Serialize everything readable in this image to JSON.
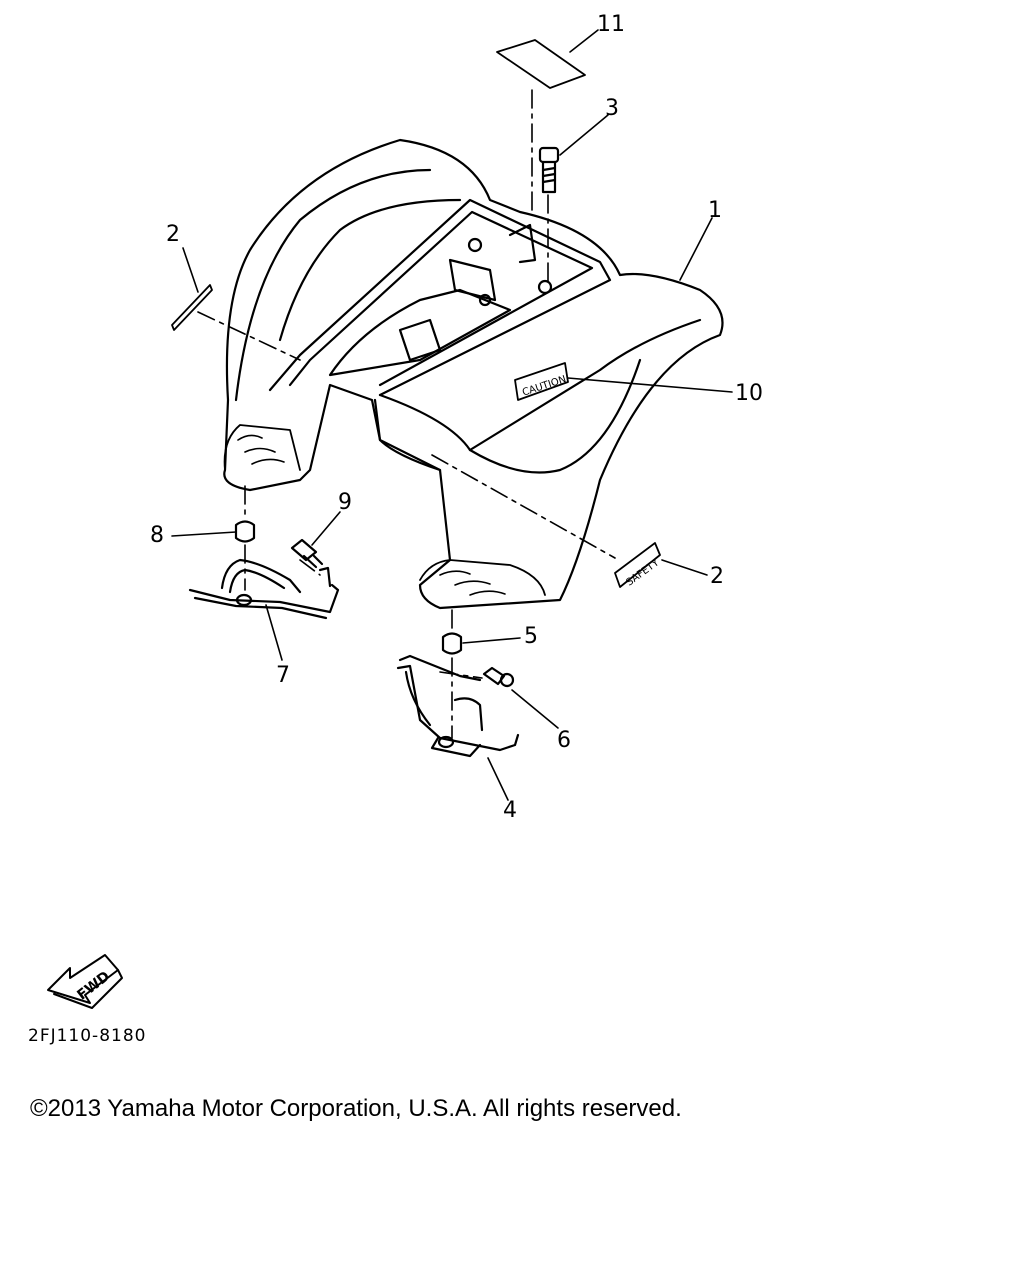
{
  "diagram": {
    "callouts": {
      "c1": "1",
      "c2_left": "2",
      "c2_right": "2",
      "c3": "3",
      "c4": "4",
      "c5": "5",
      "c6": "6",
      "c7": "7",
      "c8": "8",
      "c9": "9",
      "c10": "10",
      "c11": "11"
    },
    "fwd_label": "FWD",
    "drawing_code": "2FJ110-8180",
    "label_caution": "CAUTION",
    "label_safety": "SAFETY"
  },
  "footer": {
    "copyright": "©2013 Yamaha Motor Corporation, U.S.A. All rights reserved."
  }
}
